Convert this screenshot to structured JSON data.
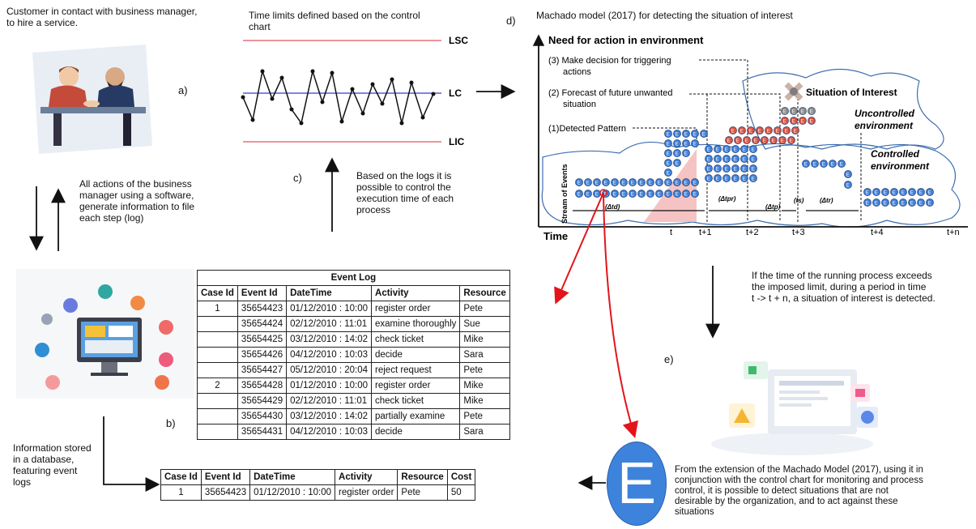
{
  "captions": {
    "customer": [
      "Customer in contact with business manager,",
      "to hire a service."
    ],
    "time_limits": [
      "Time limits defined based on the control",
      "chart"
    ],
    "machado_title": "Machado model (2017) for detecting the situation of interest",
    "actions": [
      "All actions of the business",
      "manager using a software,",
      "generate information to file",
      "each step (log)"
    ],
    "logs_control": [
      "Based on the logs it is",
      "possible to control the",
      "execution time of each",
      "process"
    ],
    "exceeds": [
      "If the time of the running process exceeds",
      "the imposed limit, during a period in time",
      "t -> t + n, a situation of interest is detected."
    ],
    "stored": [
      "Information stored",
      "in a database,",
      "featuring event",
      "logs"
    ],
    "extension": [
      "From the extension of the Machado Model (2017), using it in",
      "conjunction with the control chart for monitoring and process",
      "control, it is possible to detect situations that are not",
      "desirable by the organization, and to act against these",
      "situations"
    ]
  },
  "step_labels": {
    "a": "a)",
    "b": "b)",
    "c": "c)",
    "d": "d)",
    "e": "e)"
  },
  "control_chart": {
    "lsc": "LSC",
    "lc": "LC",
    "lic": "LIC"
  },
  "machado": {
    "y_title": "Need for action in environment",
    "step3": [
      "(3) Make decision for triggering",
      "actions"
    ],
    "step2": [
      "(2) Forecast of future unwanted",
      "situation"
    ],
    "step1": "(1)Detected Pattern",
    "soi": "Situation of Interest",
    "uncontrolled": [
      "Uncontrolled",
      "environment"
    ],
    "controlled": [
      "Controlled",
      "environment"
    ],
    "stream": "Stream of Events",
    "time": "Time",
    "ticks": [
      "t",
      "t+1",
      "t+2",
      "t+3",
      "t+4",
      "t+n"
    ],
    "intervals": [
      "(Δtd)",
      "(Δtpr)",
      "(Δtp)",
      "(ts)",
      "(Δtr)"
    ],
    "event_letter": "E"
  },
  "event_log": {
    "title": "Event Log",
    "columns": [
      "Case Id",
      "Event Id",
      "DateTime",
      "Activity",
      "Resource"
    ],
    "rows": [
      [
        "1",
        "35654423",
        "01/12/2010 : 10:00",
        "register order",
        "Pete"
      ],
      [
        "",
        "35654424",
        "02/12/2010 : 11:01",
        "examine thoroughly",
        "Sue"
      ],
      [
        "",
        "35654425",
        "03/12/2010 : 14:02",
        "check ticket",
        "Mike"
      ],
      [
        "",
        "35654426",
        "04/12/2010 : 10:03",
        "decide",
        "Sara"
      ],
      [
        "",
        "35654427",
        "05/12/2010 : 20:04",
        "reject request",
        "Pete"
      ],
      [
        "2",
        "35654428",
        "01/12/2010 : 10:00",
        "register order",
        "Mike"
      ],
      [
        "",
        "35654429",
        "02/12/2010 : 11:01",
        "check ticket",
        "Mike"
      ],
      [
        "",
        "35654430",
        "03/12/2010 : 14:02",
        "partially examine",
        "Pete"
      ],
      [
        "",
        "35654431",
        "04/12/2010 : 10:03",
        "decide",
        "Sara"
      ]
    ]
  },
  "single_event": {
    "columns": [
      "Case Id",
      "Event Id",
      "DateTime",
      "Activity",
      "Resource",
      "Cost"
    ],
    "row": [
      "1",
      "35654423",
      "01/12/2010 : 10:00",
      "register order",
      "Pete",
      "50"
    ]
  },
  "big_event_letter": "E",
  "colors": {
    "arrow_red": "#e3141b",
    "limit_line": "#e8707a",
    "center_line": "#5a5ad8",
    "event_blue": "#3e7fd9",
    "event_red": "#d9503f"
  }
}
